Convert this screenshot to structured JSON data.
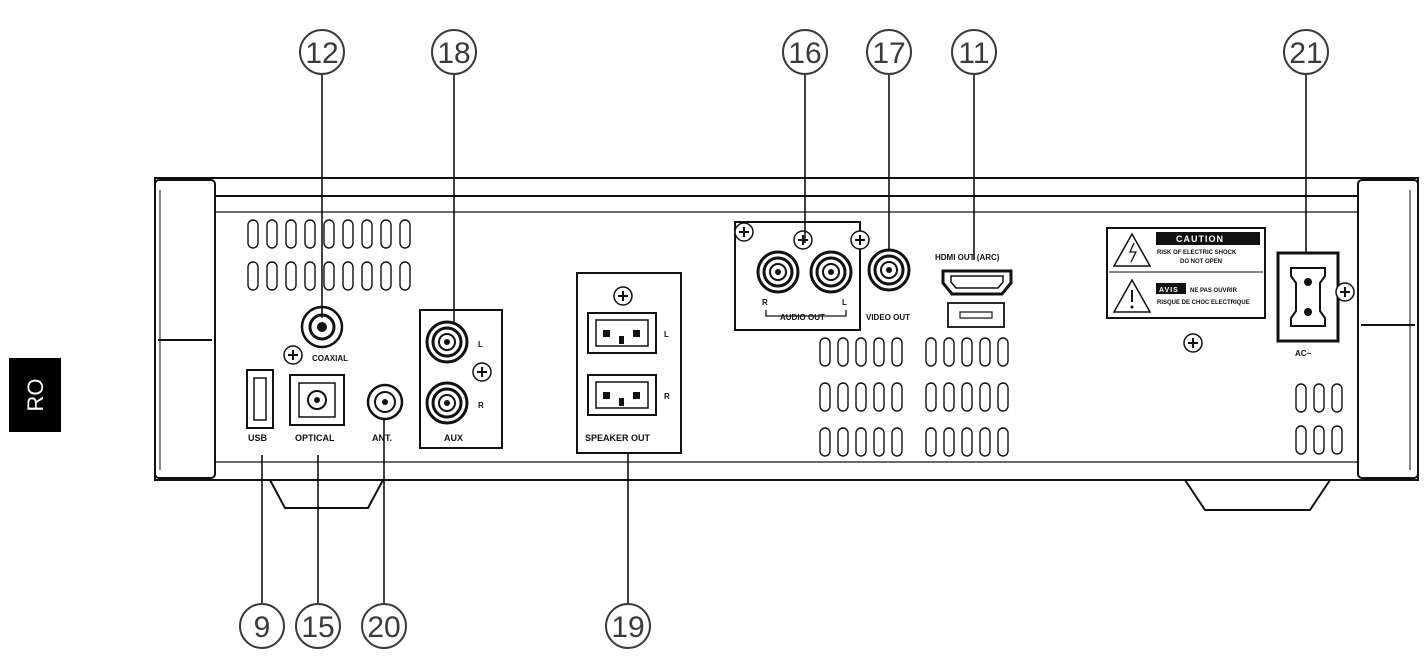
{
  "side_tab": {
    "label": "RO",
    "color": "#000000"
  },
  "callouts": {
    "c9": "9",
    "c11": "11",
    "c12": "12",
    "c15": "15",
    "c16": "16",
    "c17": "17",
    "c18": "18",
    "c19": "19",
    "c20": "20",
    "c21": "21"
  },
  "labels": {
    "coaxial": "COAXIAL",
    "usb": "USB",
    "optical": "OPTICAL",
    "ant": "ANT.",
    "aux": "AUX",
    "aux_l": "L",
    "aux_r": "R",
    "speaker_out": "SPEAKER OUT",
    "speaker_l": "L",
    "speaker_r": "R",
    "audio_out": "AUDIO OUT",
    "audio_r": "R",
    "audio_l": "L",
    "video_out": "VIDEO OUT",
    "hdmi_out": "HDMI OUT (ARC)",
    "ac": "AC~"
  },
  "warning_label": {
    "caution": "CAUTION",
    "line1": "RISK OF ELECTRIC SHOCK",
    "line2": "DO NOT OPEN",
    "avis": "AVIS",
    "avis_line1": "NE PAS OUVRIR",
    "avis_line2": "RISQUE DE CHOC ELECTRIQUE"
  },
  "colors": {
    "line": "#111111",
    "callout": "#3a3a3a"
  }
}
